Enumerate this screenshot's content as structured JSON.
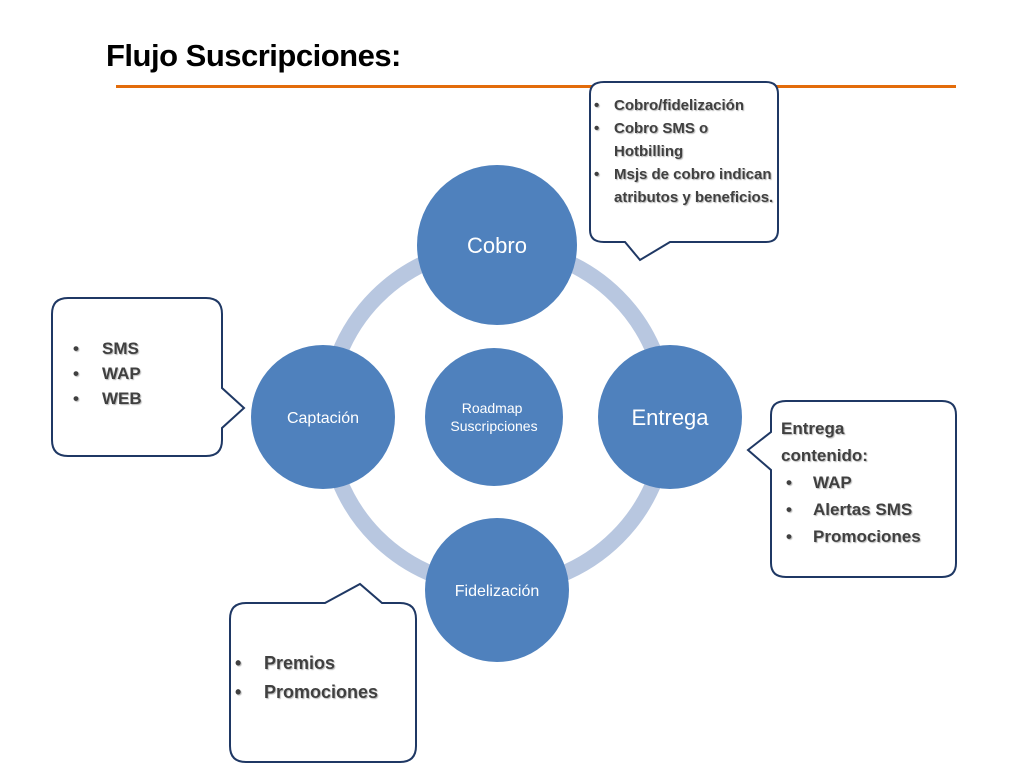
{
  "title": "Flujo Suscripciones:",
  "colors": {
    "accent_rule": "#e36c0a",
    "node_fill": "#4f81bd",
    "ring": "#b8c7e0",
    "callout_border": "#1f3864",
    "callout_text": "#404040"
  },
  "diagram": {
    "center": "Roadmap Suscripciones",
    "nodes": {
      "cobro": "Cobro",
      "entrega": "Entrega",
      "fidelizacion": "Fidelización",
      "captacion": "Captación"
    }
  },
  "callouts": {
    "cobro": {
      "items": [
        "Cobro/fidelización",
        "Cobro SMS o Hotbilling",
        "Msjs de cobro indican atributos y beneficios."
      ]
    },
    "captacion": {
      "items": [
        "SMS",
        "WAP",
        "WEB"
      ]
    },
    "entrega": {
      "heading": "Entrega contenido:",
      "items": [
        "WAP",
        "Alertas SMS",
        "Promociones"
      ]
    },
    "fidelizacion": {
      "items": [
        "Premios",
        "Promociones"
      ]
    }
  }
}
